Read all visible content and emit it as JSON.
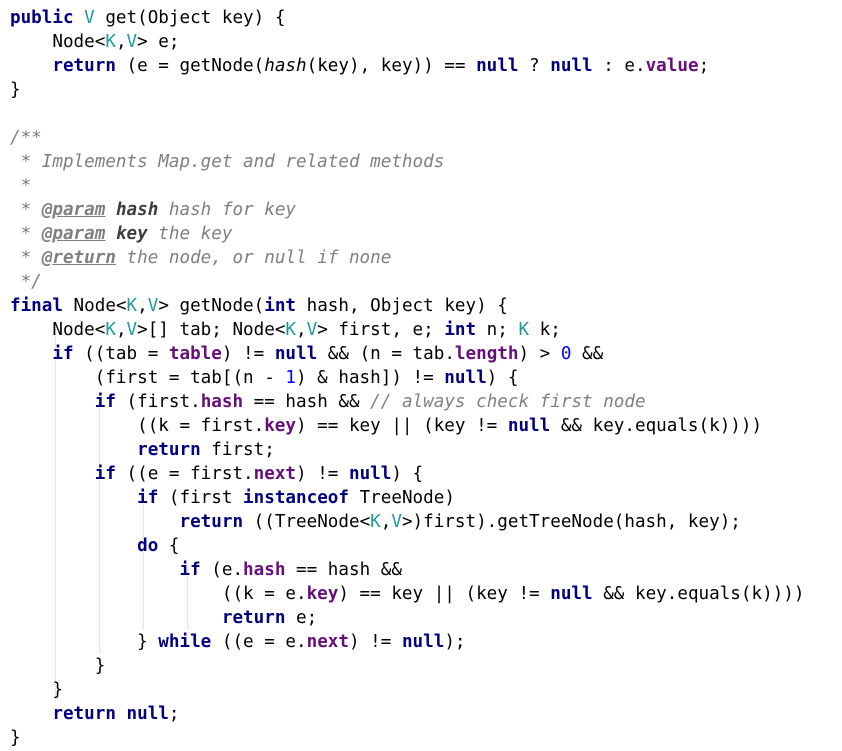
{
  "code_lines": [
    [
      {
        "t": "kw",
        "v": "public"
      },
      {
        "t": "",
        "v": " "
      },
      {
        "t": "tp",
        "v": "V"
      },
      {
        "t": "",
        "v": " get(Object key) {"
      }
    ],
    [
      {
        "t": "",
        "v": "    Node<"
      },
      {
        "t": "tp",
        "v": "K"
      },
      {
        "t": "",
        "v": ","
      },
      {
        "t": "tp",
        "v": "V"
      },
      {
        "t": "",
        "v": "> e;"
      }
    ],
    [
      {
        "t": "",
        "v": "    "
      },
      {
        "t": "kw",
        "v": "return"
      },
      {
        "t": "",
        "v": " (e = getNode("
      },
      {
        "t": "ita",
        "v": "hash"
      },
      {
        "t": "",
        "v": "(key), key)) == "
      },
      {
        "t": "kw",
        "v": "null"
      },
      {
        "t": "",
        "v": " ? "
      },
      {
        "t": "kw",
        "v": "null"
      },
      {
        "t": "",
        "v": " : e."
      },
      {
        "t": "fld",
        "v": "value"
      },
      {
        "t": "",
        "v": ";"
      }
    ],
    [
      {
        "t": "",
        "v": "}"
      }
    ],
    [],
    [
      {
        "t": "cmt",
        "v": "/**"
      }
    ],
    [
      {
        "t": "cmt",
        "v": " * Implements Map.get and related methods"
      }
    ],
    [
      {
        "t": "cmt",
        "v": " *"
      }
    ],
    [
      {
        "t": "cmt",
        "v": " * "
      },
      {
        "t": "tag",
        "v": "@param"
      },
      {
        "t": "cmt",
        "v": " "
      },
      {
        "t": "pn",
        "v": "hash"
      },
      {
        "t": "cmt",
        "v": " hash for key"
      }
    ],
    [
      {
        "t": "cmt",
        "v": " * "
      },
      {
        "t": "tag",
        "v": "@param"
      },
      {
        "t": "cmt",
        "v": " "
      },
      {
        "t": "pn",
        "v": "key"
      },
      {
        "t": "cmt",
        "v": " the key"
      }
    ],
    [
      {
        "t": "cmt",
        "v": " * "
      },
      {
        "t": "tag",
        "v": "@return"
      },
      {
        "t": "cmt",
        "v": " the node, or null if none"
      }
    ],
    [
      {
        "t": "cmt",
        "v": " */"
      }
    ],
    [
      {
        "t": "kw",
        "v": "final"
      },
      {
        "t": "",
        "v": " Node<"
      },
      {
        "t": "tp",
        "v": "K"
      },
      {
        "t": "",
        "v": ","
      },
      {
        "t": "tp",
        "v": "V"
      },
      {
        "t": "",
        "v": "> getNode("
      },
      {
        "t": "kw",
        "v": "int"
      },
      {
        "t": "",
        "v": " hash, Object key) {"
      }
    ],
    [
      {
        "t": "",
        "v": "    Node<"
      },
      {
        "t": "tp",
        "v": "K"
      },
      {
        "t": "",
        "v": ","
      },
      {
        "t": "tp",
        "v": "V"
      },
      {
        "t": "",
        "v": ">[] tab; Node<"
      },
      {
        "t": "tp",
        "v": "K"
      },
      {
        "t": "",
        "v": ","
      },
      {
        "t": "tp",
        "v": "V"
      },
      {
        "t": "",
        "v": "> first, e; "
      },
      {
        "t": "kw",
        "v": "int"
      },
      {
        "t": "",
        "v": " n; "
      },
      {
        "t": "tp",
        "v": "K"
      },
      {
        "t": "",
        "v": " k;"
      }
    ],
    [
      {
        "t": "",
        "v": "    "
      },
      {
        "t": "kw",
        "v": "if"
      },
      {
        "t": "",
        "v": " ((tab = "
      },
      {
        "t": "fld",
        "v": "table"
      },
      {
        "t": "",
        "v": ") != "
      },
      {
        "t": "kw",
        "v": "null"
      },
      {
        "t": "",
        "v": " && (n = tab."
      },
      {
        "t": "fld",
        "v": "length"
      },
      {
        "t": "",
        "v": ") > "
      },
      {
        "t": "num",
        "v": "0"
      },
      {
        "t": "",
        "v": " &&"
      }
    ],
    [
      {
        "t": "",
        "v": "        (first = tab[(n - "
      },
      {
        "t": "num",
        "v": "1"
      },
      {
        "t": "",
        "v": ") & hash]) != "
      },
      {
        "t": "kw",
        "v": "null"
      },
      {
        "t": "",
        "v": ") {"
      }
    ],
    [
      {
        "t": "",
        "v": "        "
      },
      {
        "t": "kw",
        "v": "if"
      },
      {
        "t": "",
        "v": " (first."
      },
      {
        "t": "fld",
        "v": "hash"
      },
      {
        "t": "",
        "v": " == hash && "
      },
      {
        "t": "cmt",
        "v": "// always check first node"
      }
    ],
    [
      {
        "t": "",
        "v": "            ((k = first."
      },
      {
        "t": "fld",
        "v": "key"
      },
      {
        "t": "",
        "v": ") == key || (key != "
      },
      {
        "t": "kw",
        "v": "null"
      },
      {
        "t": "",
        "v": " && key.equals(k))))"
      }
    ],
    [
      {
        "t": "",
        "v": "            "
      },
      {
        "t": "kw",
        "v": "return"
      },
      {
        "t": "",
        "v": " first;"
      }
    ],
    [
      {
        "t": "",
        "v": "        "
      },
      {
        "t": "kw",
        "v": "if"
      },
      {
        "t": "",
        "v": " ((e = first."
      },
      {
        "t": "fld",
        "v": "next"
      },
      {
        "t": "",
        "v": ") != "
      },
      {
        "t": "kw",
        "v": "null"
      },
      {
        "t": "",
        "v": ") {"
      }
    ],
    [
      {
        "t": "",
        "v": "            "
      },
      {
        "t": "kw",
        "v": "if"
      },
      {
        "t": "",
        "v": " (first "
      },
      {
        "t": "kw",
        "v": "instanceof"
      },
      {
        "t": "",
        "v": " TreeNode)"
      }
    ],
    [
      {
        "t": "",
        "v": "                "
      },
      {
        "t": "kw",
        "v": "return"
      },
      {
        "t": "",
        "v": " ((TreeNode<"
      },
      {
        "t": "tp",
        "v": "K"
      },
      {
        "t": "",
        "v": ","
      },
      {
        "t": "tp",
        "v": "V"
      },
      {
        "t": "",
        "v": ">)first).getTreeNode(hash, key);"
      }
    ],
    [
      {
        "t": "",
        "v": "            "
      },
      {
        "t": "kw",
        "v": "do"
      },
      {
        "t": "",
        "v": " {"
      }
    ],
    [
      {
        "t": "",
        "v": "                "
      },
      {
        "t": "kw",
        "v": "if"
      },
      {
        "t": "",
        "v": " (e."
      },
      {
        "t": "fld",
        "v": "hash"
      },
      {
        "t": "",
        "v": " == hash &&"
      }
    ],
    [
      {
        "t": "",
        "v": "                    ((k = e."
      },
      {
        "t": "fld",
        "v": "key"
      },
      {
        "t": "",
        "v": ") == key || (key != "
      },
      {
        "t": "kw",
        "v": "null"
      },
      {
        "t": "",
        "v": " && key.equals(k))))"
      }
    ],
    [
      {
        "t": "",
        "v": "                    "
      },
      {
        "t": "kw",
        "v": "return"
      },
      {
        "t": "",
        "v": " e;"
      }
    ],
    [
      {
        "t": "",
        "v": "            } "
      },
      {
        "t": "kw",
        "v": "while"
      },
      {
        "t": "",
        "v": " ((e = e."
      },
      {
        "t": "fld",
        "v": "next"
      },
      {
        "t": "",
        "v": ") != "
      },
      {
        "t": "kw",
        "v": "null"
      },
      {
        "t": "",
        "v": ");"
      }
    ],
    [
      {
        "t": "",
        "v": "        }"
      }
    ],
    [
      {
        "t": "",
        "v": "    }"
      }
    ],
    [
      {
        "t": "",
        "v": "    "
      },
      {
        "t": "kw",
        "v": "return"
      },
      {
        "t": "",
        "v": " "
      },
      {
        "t": "kw",
        "v": "null"
      },
      {
        "t": "",
        "v": ";"
      }
    ],
    [
      {
        "t": "",
        "v": "}"
      }
    ]
  ],
  "colors": {
    "background": "#ffffff",
    "keyword": "#000080",
    "type_param": "#20999d",
    "field": "#660e7a",
    "number": "#0000ff",
    "comment": "#808080",
    "indent_guide": "#d2d2d2"
  }
}
